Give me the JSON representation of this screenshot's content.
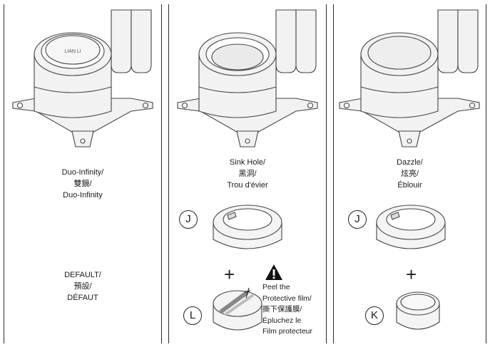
{
  "panels": [
    {
      "label_lines": [
        "Duo-Infinity/",
        "雙鏡/",
        "Duo-Infinity"
      ],
      "bottom_lines": [
        "DEFAULT/",
        "預設/",
        "DÉFAUT"
      ],
      "cap_text": "LIAN LI"
    },
    {
      "label_lines": [
        "Sink Hole/",
        "黑洞/",
        "Trou d'évier"
      ],
      "badge_top": "J",
      "badge_bottom": "L",
      "plus": "+",
      "note_lines": [
        "Peel the",
        "Protective film/",
        "撕下保護膜/",
        "Épluchez le",
        "Film protecteur"
      ],
      "warning_icon": "warning-triangle-icon"
    },
    {
      "label_lines": [
        "Dazzle/",
        "炫亮/",
        "Éblouir"
      ],
      "badge_top": "J",
      "badge_bottom": "K",
      "plus": "+"
    }
  ]
}
